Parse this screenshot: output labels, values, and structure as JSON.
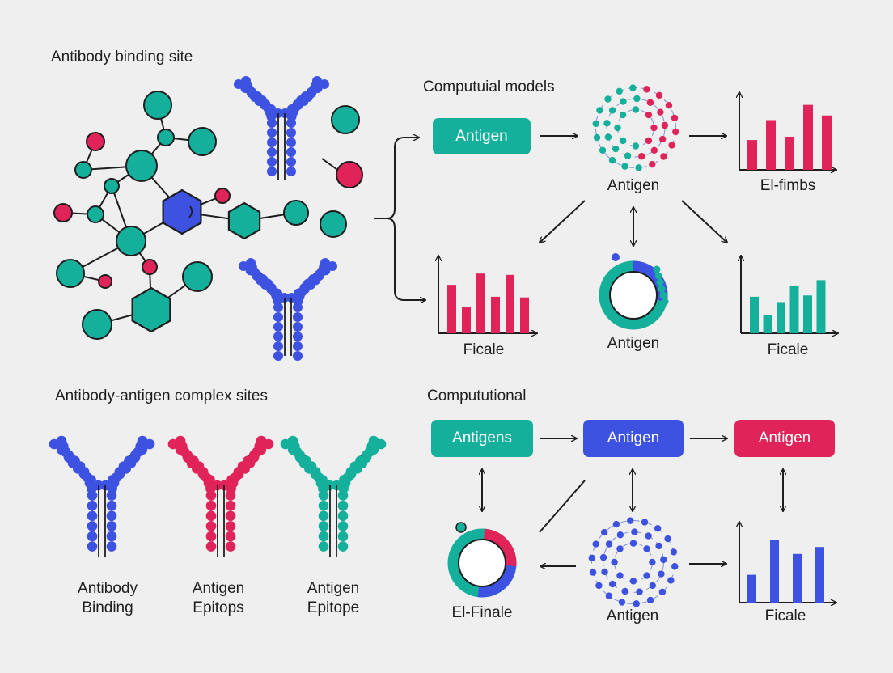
{
  "colors": {
    "teal": "#15b09c",
    "red": "#e0245a",
    "blue": "#3d52e0",
    "ink": "#1e1e1e",
    "background": "#efefef"
  },
  "sections": {
    "binding_site": "Antibody binding site",
    "computational_models": "Computuial models",
    "complex_sites": "Antibody-antigen complex sites",
    "computational": "Compututional"
  },
  "top_flow": {
    "antigen_box": "Antigen",
    "cluster_label": "Antigen",
    "chart_top_label": "El-fimbs",
    "chart_left_label": "Ficale",
    "ring_label": "Antigen",
    "chart_right_label": "Ficale"
  },
  "bottom_flow": {
    "box1": "Antigens",
    "box2": "Antigen",
    "box3": "Antigen",
    "ring_label": "El-Finale",
    "cluster_label": "Antigen",
    "chart_label": "Ficale"
  },
  "antibodies": [
    {
      "line1": "Antibody",
      "line2": "Binding"
    },
    {
      "line1": "Antigen",
      "line2": "Epitops"
    },
    {
      "line1": "Antigen",
      "line2": "Epitope"
    }
  ],
  "chart_data": [
    {
      "type": "bar",
      "label": "El-fimbs",
      "color": "#e0245a",
      "values": [
        0.45,
        0.75,
        0.5,
        0.98,
        0.82
      ]
    },
    {
      "type": "bar",
      "label": "Ficale",
      "color": "#e0245a",
      "values": [
        0.73,
        0.4,
        0.9,
        0.55,
        0.88,
        0.54
      ]
    },
    {
      "type": "bar",
      "label": "Ficale",
      "color": "#15b09c",
      "values": [
        0.55,
        0.28,
        0.47,
        0.72,
        0.57,
        0.8
      ]
    },
    {
      "type": "bar",
      "label": "Ficale",
      "color": "#3d52e0",
      "values": [
        0.4,
        0.9,
        0.7,
        0.8
      ]
    }
  ]
}
